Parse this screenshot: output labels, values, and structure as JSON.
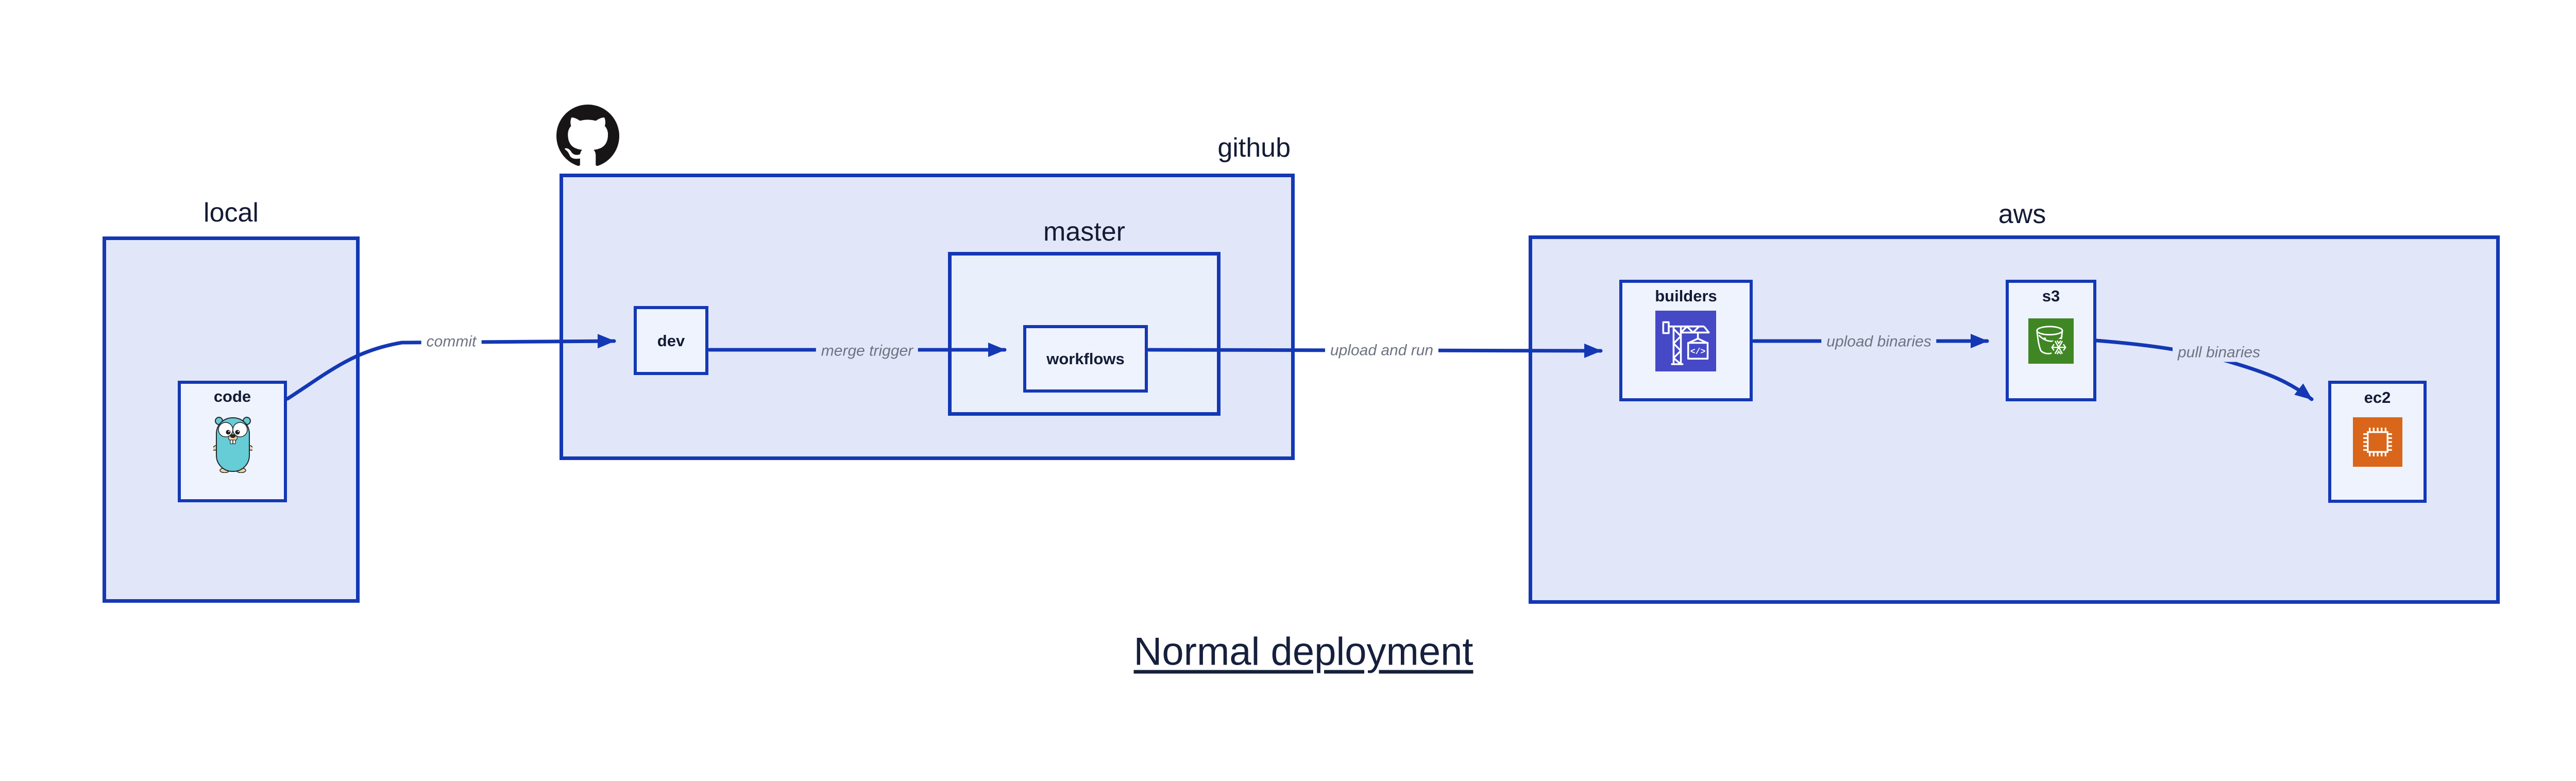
{
  "title": {
    "text": "Normal deployment"
  },
  "containers": {
    "local": {
      "label": "local"
    },
    "github": {
      "label": "github"
    },
    "master": {
      "label": "master"
    },
    "aws": {
      "label": "aws"
    }
  },
  "nodes": {
    "code": {
      "label": "code"
    },
    "dev": {
      "label": "dev"
    },
    "workflows": {
      "label": "workflows"
    },
    "builders": {
      "label": "builders"
    },
    "s3": {
      "label": "s3"
    },
    "ec2": {
      "label": "ec2"
    }
  },
  "edges": {
    "commit": {
      "label": "commit"
    },
    "merge_trigger": {
      "label": "merge trigger"
    },
    "upload_and_run": {
      "label": "upload and run"
    },
    "upload_binaries": {
      "label": "upload binaries"
    },
    "pull_binaries": {
      "label": "pull binaries"
    }
  },
  "icons": {
    "github_logo": "github-octocat-logo",
    "code_mascot": "go-gopher",
    "builders_icon": "aws-codebuild-crane",
    "s3_icon": "aws-s3-glacier-bucket-snowflake",
    "ec2_icon": "aws-ec2-chip",
    "codebuild_glyph": "</>"
  },
  "colors": {
    "box_border": "#1438b4",
    "arrow": "#1438b4",
    "container_fill": "#e1e7f9",
    "master_fill": "#eaeffc",
    "node_fill": "#eff3fd",
    "label_text": "#131b35",
    "edge_label_text": "#6e7380",
    "codebuild_bg": "#4549c5",
    "s3_bg": "#3f8624",
    "ec2_bg": "#d9661a",
    "github_logo_color": "#171515",
    "gopher_body": "#66ccd6",
    "gopher_skin": "#f2d3a2"
  }
}
